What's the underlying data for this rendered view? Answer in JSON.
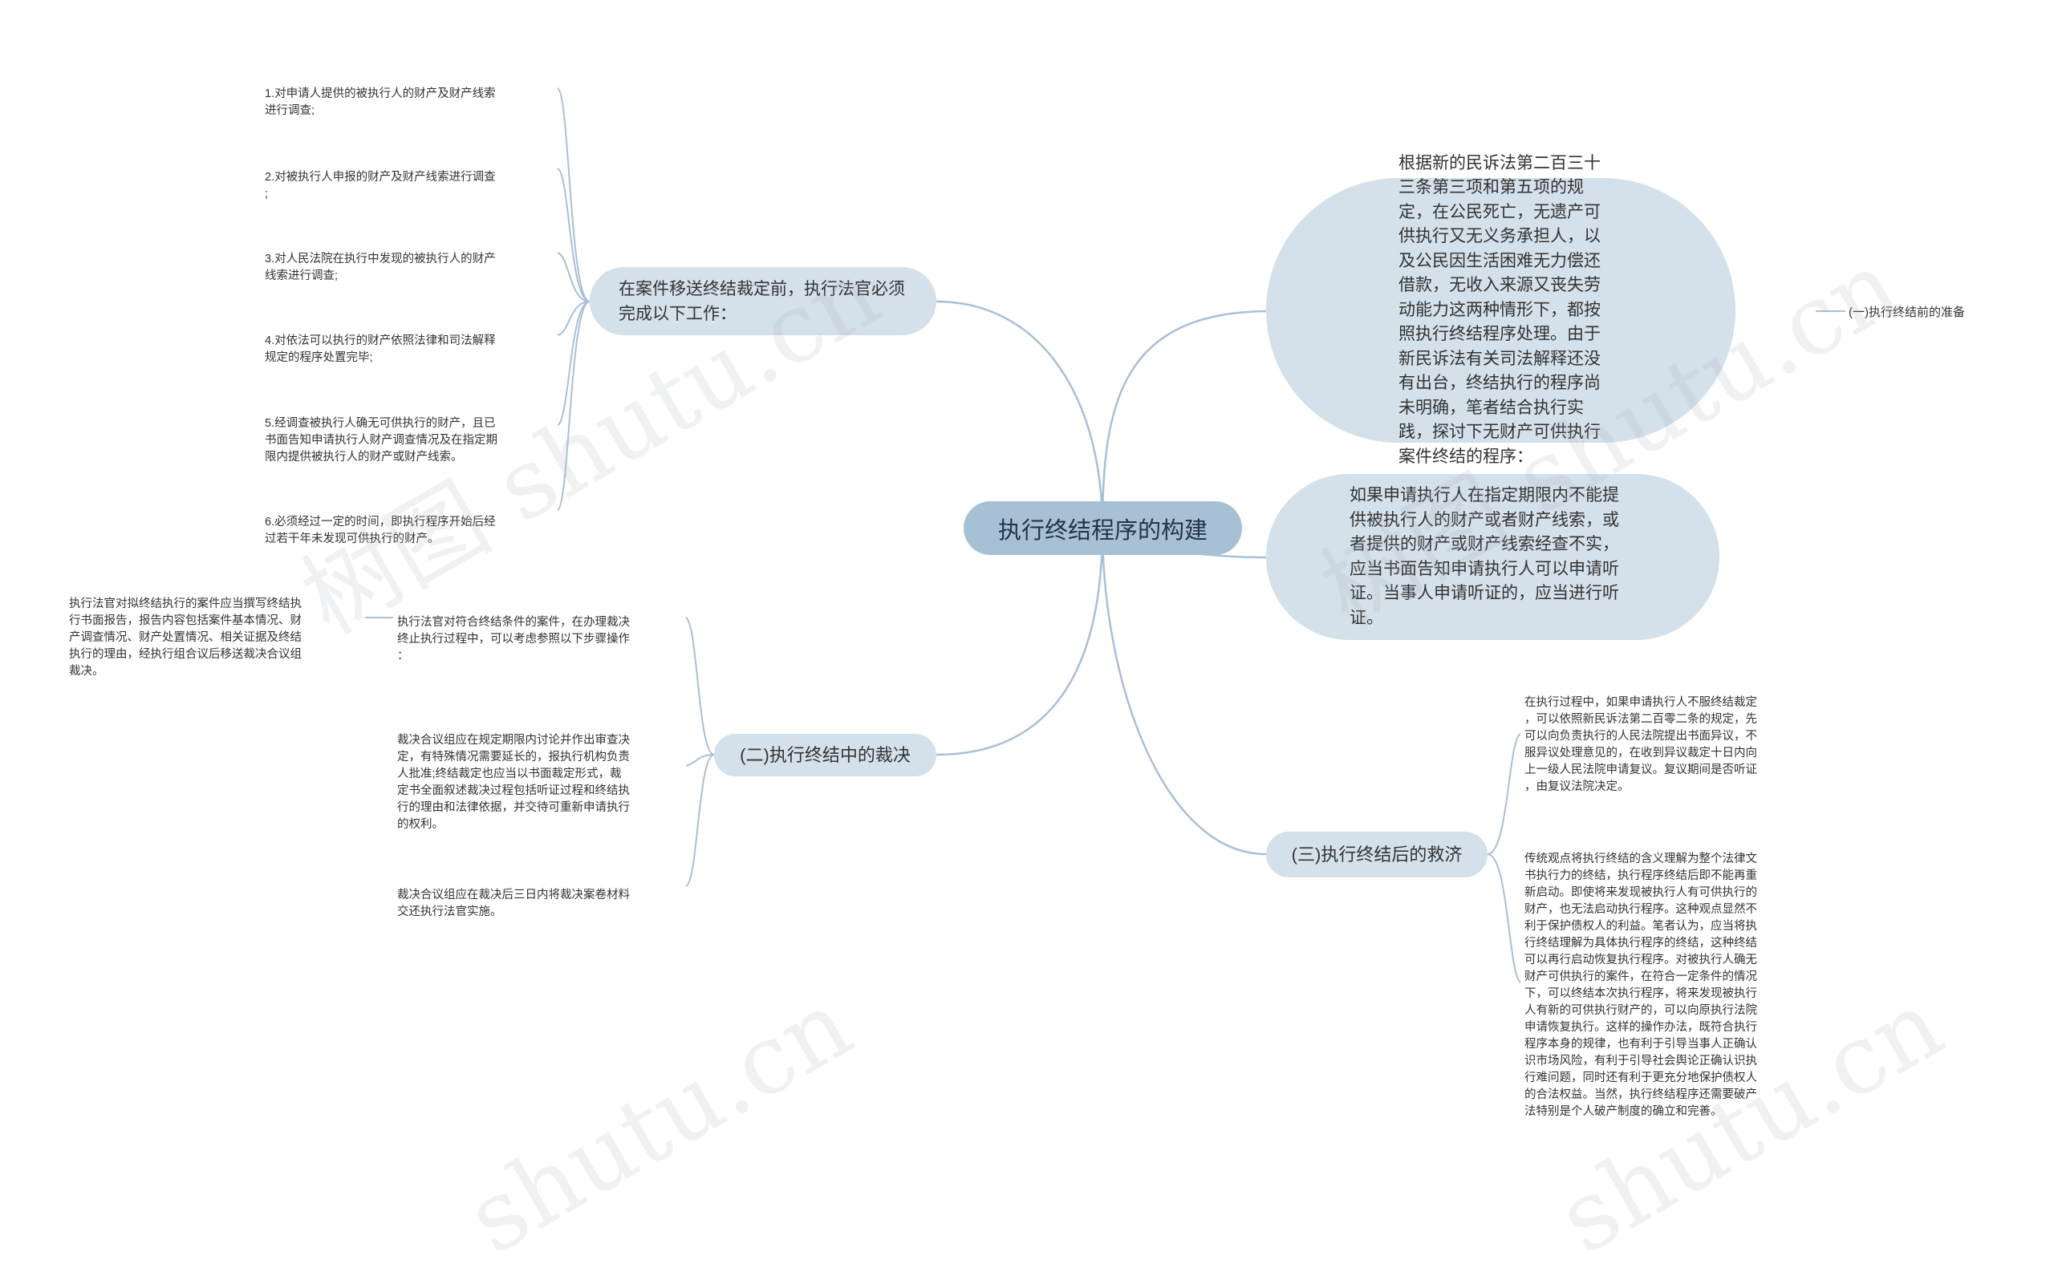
{
  "root": {
    "title": "执行终结程序的构建"
  },
  "right_top_label": "(一)执行终结前的准备",
  "right_top_bubble": "根据新的民诉法第二百三十三条第三项和第五项的规定，在公民死亡，无遗产可供执行又无义务承担人，以及公民因生活困难无力偿还借款，无收入来源又丧失劳动能力这两种情形下，都按照执行终结程序处理。由于新民诉法有关司法解释还没有出台，终结执行的程序尚未明确，笔者结合执行实践，探讨下无财产可供执行案件终结的程序：",
  "right_mid_bubble": "如果申请执行人在指定期限内不能提供被执行人的财产或者财产线索，或者提供的财产或财产线索经查不实，应当书面告知申请执行人可以申请听证。当事人申请听证的，应当进行听证。",
  "left_top_branch": {
    "label": "在案件移送终结裁定前，执行法官必须完成以下工作：",
    "items": [
      "1.对申请人提供的被执行人的财产及财产线索\n进行调查;",
      "2.对被执行人申报的财产及财产线索进行调查\n;",
      "3.对人民法院在执行中发现的被执行人的财产\n线索进行调查;",
      "4.对依法可以执行的财产依照法律和司法解释\n规定的程序处置完毕;",
      "5.经调查被执行人确无可供执行的财产，且已\n书面告知申请执行人财产调查情况及在指定期\n限内提供被执行人的财产或财产线索。",
      "6.必须经过一定的时间，即执行程序开始后经\n过若干年未发现可供执行的财产。"
    ]
  },
  "left_bottom_branch": {
    "label": "(二)执行终结中的裁决",
    "items": [
      "执行法官对符合终结条件的案件，在办理裁决\n终止执行过程中，可以考虑参照以下步骤操作\n：",
      "裁决合议组应在规定期限内讨论并作出审查决\n定，有特殊情况需要延长的，报执行机构负责\n人批准;终结裁定也应当以书面裁定形式，裁\n定书全面叙述裁决过程包括听证过程和终结执\n行的理由和法律依据，并交待可重新申请执行\n的权利。",
      "裁决合议组应在裁决后三日内将裁决案卷材料\n交还执行法官实施。"
    ],
    "sub_item": "执行法官对拟终结执行的案件应当撰写终结执\n行书面报告，报告内容包括案件基本情况、财\n产调查情况、财产处置情况、相关证据及终结\n执行的理由，经执行组合议后移送裁决合议组\n裁决。"
  },
  "right_bottom_branch": {
    "label": "(三)执行终结后的救济",
    "items": [
      "在执行过程中，如果申请执行人不服终结裁定\n，可以依照新民诉法第二百零二条的规定，先\n可以向负责执行的人民法院提出书面异议，不\n服异议处理意见的，在收到异议裁定十日内向\n上一级人民法院申请复议。复议期间是否听证\n，由复议法院决定。",
      "传统观点将执行终结的含义理解为整个法律文\n书执行力的终结，执行程序终结后即不能再重\n新启动。即使将来发现被执行人有可供执行的\n财产，也无法启动执行程序。这种观点显然不\n利于保护债权人的利益。笔者认为，应当将执\n行终结理解为具体执行程序的终结，这种终结\n可以再行启动恢复执行程序。对被执行人确无\n财产可供执行的案件，在符合一定条件的情况\n下，可以终结本次执行程序，将来发现被执行\n人有新的可供执行财产的，可以向原执行法院\n申请恢复执行。这样的操作办法，既符合执行\n程序本身的规律，也有利于引导当事人正确认\n识市场风险，有利于引导社会舆论正确认识执\n行难问题，同时还有利于更充分地保护债权人\n的合法权益。当然，执行终结程序还需要破产\n法特别是个人破产制度的确立和完善。"
    ]
  },
  "watermarks": [
    "树图 shutu.cn",
    "树图 shutu.cn",
    "shutu.cn",
    "shutu.cn"
  ],
  "colors": {
    "line": "#a8c0d6",
    "root_bg": "#a8c0d6",
    "bubble_bg": "#d4e0ea"
  }
}
